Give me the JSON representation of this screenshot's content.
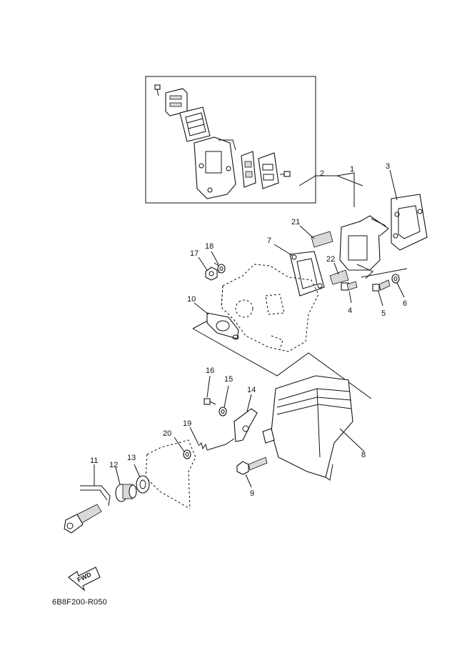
{
  "diagram_code": "6B8F200-R050",
  "fwd_label": "FWD",
  "callouts": [
    "1",
    "2",
    "3",
    "4",
    "5",
    "6",
    "7",
    "8",
    "9",
    "10",
    "11",
    "12",
    "13",
    "14",
    "15",
    "16",
    "17",
    "18",
    "19",
    "20",
    "21",
    "22"
  ]
}
